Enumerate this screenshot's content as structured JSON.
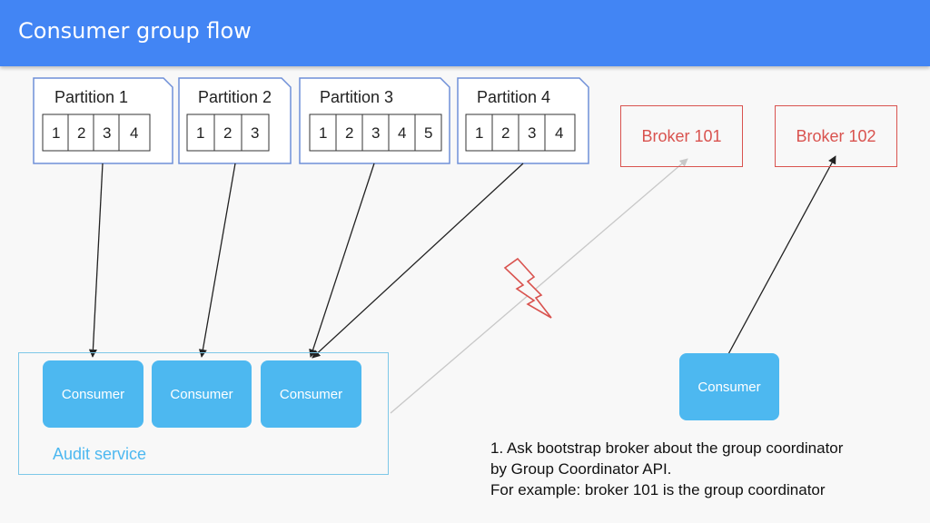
{
  "header": {
    "title": "Consumer group flow"
  },
  "partitions": [
    {
      "label": "Partition 1",
      "cells": [
        "1",
        "2",
        "3",
        "4"
      ]
    },
    {
      "label": "Partition 2",
      "cells": [
        "1",
        "2",
        "3"
      ]
    },
    {
      "label": "Partition 3",
      "cells": [
        "1",
        "2",
        "3",
        "4",
        "5"
      ]
    },
    {
      "label": "Partition 4",
      "cells": [
        "1",
        "2",
        "3",
        "4"
      ]
    }
  ],
  "brokers": [
    {
      "label": "Broker 101"
    },
    {
      "label": "Broker 102"
    }
  ],
  "service": {
    "label": "Audit service",
    "consumers": [
      "Consumer",
      "Consumer",
      "Consumer"
    ]
  },
  "standalone_consumer": {
    "label": "Consumer"
  },
  "note": {
    "lines": [
      "1. Ask bootstrap broker about the group coordinator",
      "by Group Coordinator API.",
      "For example: broker 101 is the group coordinator"
    ]
  },
  "colors": {
    "header": "#4285f4",
    "partition_border": "#6f8fd8",
    "broker": "#d9534f",
    "consumer": "#4db8f0",
    "lightning": "#d9534f"
  }
}
